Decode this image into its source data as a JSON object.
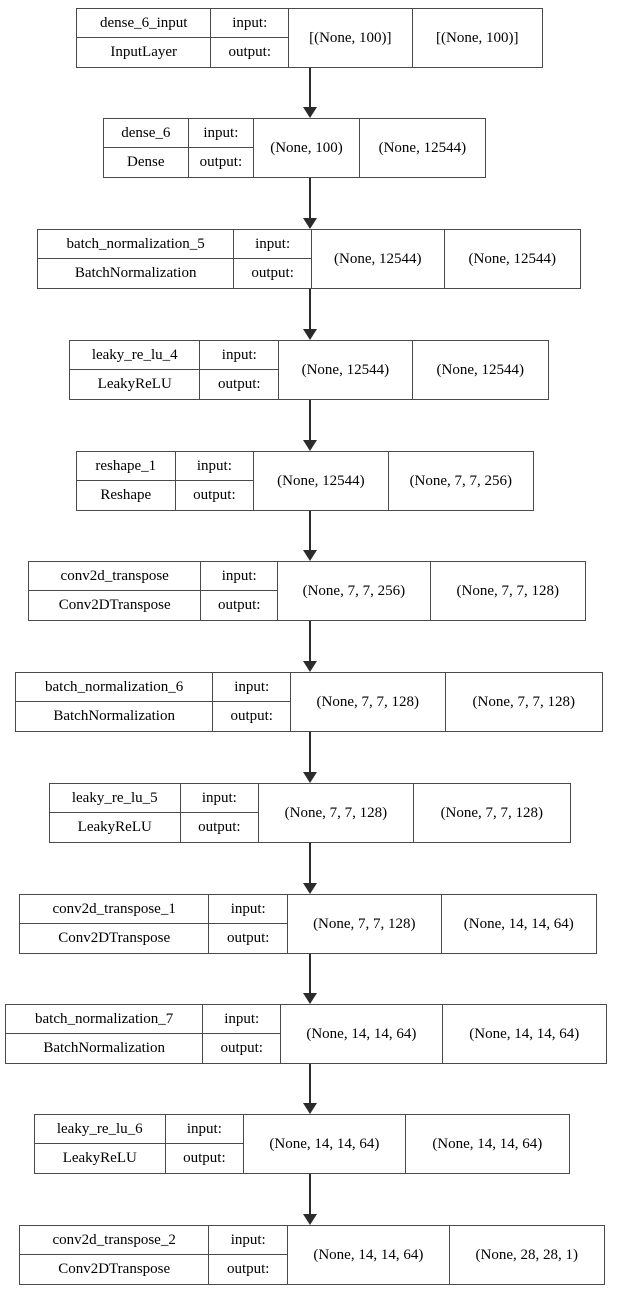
{
  "diagram": {
    "type": "keras-model-plot",
    "title": "",
    "orientation": "top-to-bottom",
    "edge_style": "straight-arrow",
    "colors": {
      "background": "#ffffff",
      "border": "#4a4a4a",
      "text": "#000000",
      "edge": "#2b2b2b"
    },
    "io_labels": {
      "input": "input:",
      "output": "output:"
    },
    "nodes": [
      {
        "name": "dense_6_input",
        "class": "InputLayer",
        "input_shape": "[(None, 100)]",
        "output_shape": "[(None, 100)]"
      },
      {
        "name": "dense_6",
        "class": "Dense",
        "input_shape": "(None, 100)",
        "output_shape": "(None, 12544)"
      },
      {
        "name": "batch_normalization_5",
        "class": "BatchNormalization",
        "input_shape": "(None, 12544)",
        "output_shape": "(None, 12544)"
      },
      {
        "name": "leaky_re_lu_4",
        "class": "LeakyReLU",
        "input_shape": "(None, 12544)",
        "output_shape": "(None, 12544)"
      },
      {
        "name": "reshape_1",
        "class": "Reshape",
        "input_shape": "(None, 12544)",
        "output_shape": "(None, 7, 7, 256)"
      },
      {
        "name": "conv2d_transpose",
        "class": "Conv2DTranspose",
        "input_shape": "(None, 7, 7, 256)",
        "output_shape": "(None, 7, 7, 128)"
      },
      {
        "name": "batch_normalization_6",
        "class": "BatchNormalization",
        "input_shape": "(None, 7, 7, 128)",
        "output_shape": "(None, 7, 7, 128)"
      },
      {
        "name": "leaky_re_lu_5",
        "class": "LeakyReLU",
        "input_shape": "(None, 7, 7, 128)",
        "output_shape": "(None, 7, 7, 128)"
      },
      {
        "name": "conv2d_transpose_1",
        "class": "Conv2DTranspose",
        "input_shape": "(None, 7, 7, 128)",
        "output_shape": "(None, 14, 14, 64)"
      },
      {
        "name": "batch_normalization_7",
        "class": "BatchNormalization",
        "input_shape": "(None, 14, 14, 64)",
        "output_shape": "(None, 14, 14, 64)"
      },
      {
        "name": "leaky_re_lu_6",
        "class": "LeakyReLU",
        "input_shape": "(None, 14, 14, 64)",
        "output_shape": "(None, 14, 14, 64)"
      },
      {
        "name": "conv2d_transpose_2",
        "class": "Conv2DTranspose",
        "input_shape": "(None, 14, 14, 64)",
        "output_shape": "(None, 28, 28, 1)"
      }
    ]
  }
}
